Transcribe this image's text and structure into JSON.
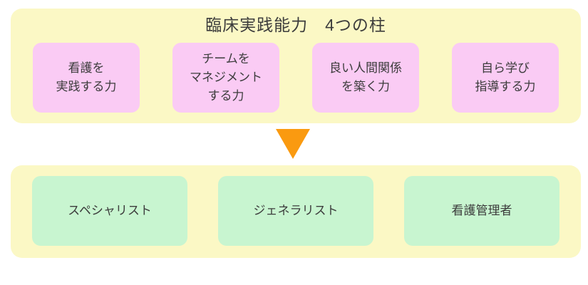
{
  "title": "臨床実践能力　4つの柱",
  "pillars": [
    {
      "label": "看護を\n実践する力"
    },
    {
      "label": "チームを\nマネジメント\nする力"
    },
    {
      "label": "良い人間関係\nを築く力"
    },
    {
      "label": "自ら学び\n指導する力"
    }
  ],
  "arrow_icon": "down-triangle",
  "roles": [
    {
      "label": "スペシャリスト"
    },
    {
      "label": "ジェネラリスト"
    },
    {
      "label": "看護管理者"
    }
  ],
  "colors": {
    "panel_bg": "#FBF8C5",
    "pillar_bg": "#FACBF4",
    "role_bg": "#C8F5D0",
    "arrow": "#FA9A10",
    "text": "#3C3C3C"
  }
}
